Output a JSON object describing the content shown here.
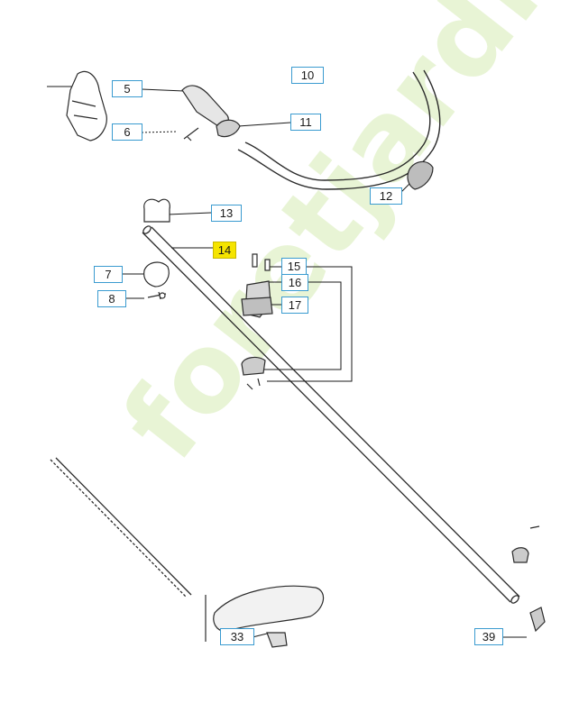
{
  "callouts": {
    "c10": "10",
    "c5": "5",
    "c11": "11",
    "c6": "6",
    "c12": "12",
    "c13": "13",
    "c14": "14",
    "c7": "7",
    "c15": "15",
    "c8": "8",
    "c16": "16",
    "c17": "17",
    "c33": "33",
    "c39": "39"
  },
  "colors": {
    "callout_border": "#3a9bd0",
    "highlight": "#f5e400",
    "parts": "#2b2b2b",
    "watermark": "#d6ecb4"
  },
  "watermark": {
    "text": "foretjardin.com"
  }
}
